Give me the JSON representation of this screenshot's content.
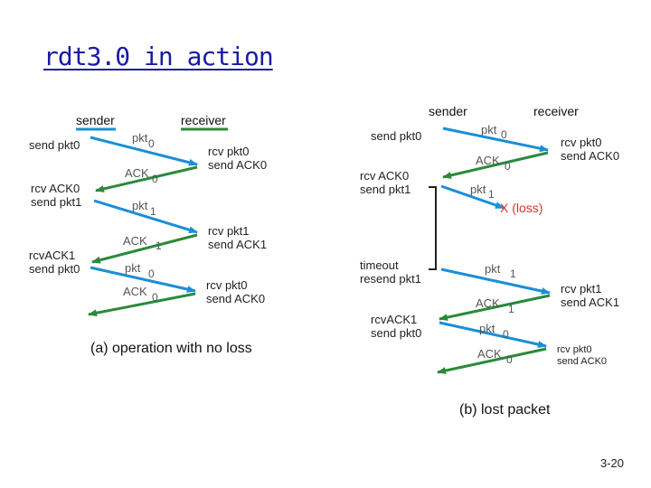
{
  "title": "rdt3.0 in action",
  "page_number": "3-20",
  "colors": {
    "title": "#1a1aa6",
    "packet_arrow": "#1a8fd6",
    "ack_arrow": "#2a8a3a",
    "loss": "#d93030",
    "bracket": "#222222"
  },
  "panel_a": {
    "sender_label": "sender",
    "receiver_label": "receiver",
    "caption": "(a) operation with no loss",
    "sender_events": [
      "send pkt0",
      "rcv ACK0",
      "send pkt1",
      "rcvACK1",
      "send pkt0"
    ],
    "receiver_events": [
      "rcv pkt0",
      "send ACK0",
      "rcv pkt1",
      "send ACK1",
      "rcv pkt0",
      "send ACK0"
    ],
    "messages": [
      {
        "label": "pkt",
        "num": "0"
      },
      {
        "label": "ACK",
        "num": "0"
      },
      {
        "label": "pkt",
        "num": "1"
      },
      {
        "label": "ACK",
        "num": "1"
      },
      {
        "label": "pkt",
        "num": "0"
      },
      {
        "label": "ACK",
        "num": "0"
      }
    ]
  },
  "panel_b": {
    "sender_label": "sender",
    "receiver_label": "receiver",
    "caption": "(b) lost packet",
    "loss_label": "X (loss)",
    "sender_events": [
      "send pkt0",
      "rcv ACK0",
      "send pkt1",
      "timeout",
      "resend pkt1",
      "rcvACK1",
      "send pkt0"
    ],
    "receiver_events": [
      "rcv pkt0",
      "send ACK0",
      "rcv pkt1",
      "send ACK1",
      "rcv pkt0",
      "send ACK0"
    ],
    "messages": [
      {
        "label": "pkt",
        "num": "0"
      },
      {
        "label": "ACK",
        "num": "0"
      },
      {
        "label": "pkt",
        "num": "1"
      },
      {
        "label": "pkt",
        "num": "1"
      },
      {
        "label": "ACK",
        "num": "1"
      },
      {
        "label": "pkt",
        "num": "0"
      },
      {
        "label": "ACK",
        "num": "0"
      }
    ]
  }
}
